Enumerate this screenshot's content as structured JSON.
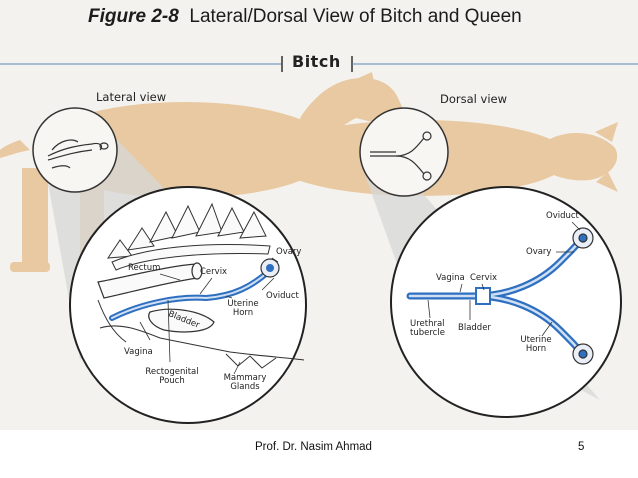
{
  "figure": {
    "number": "Figure 2-8",
    "title": "Lateral/Dorsal View of Bitch and Queen",
    "section": "Bitch"
  },
  "lateral": {
    "view_label": "Lateral view",
    "labels": {
      "rectum": "Rectum",
      "cervix": "Cervix",
      "ovary": "Ovary",
      "oviduct": "Oviduct",
      "uterine_horn": [
        "Uterine",
        "Horn"
      ],
      "bladder": "Bladder",
      "vagina": "Vagina",
      "rectogenital_pouch": [
        "Rectogenital",
        "Pouch"
      ],
      "mammary_glands": [
        "Mammary",
        "Glands"
      ]
    }
  },
  "dorsal": {
    "view_label": "Dorsal view",
    "labels": {
      "oviduct": "Oviduct",
      "ovary": "Ovary",
      "vagina": "Vagina",
      "cervix": "Cervix",
      "urethral_tubercle": [
        "Urethral",
        "tubercle"
      ],
      "bladder": "Bladder",
      "uterine_horn": [
        "Uterine",
        "Horn"
      ]
    }
  },
  "footer": {
    "author": "Prof. Dr. Nasim Ahmad",
    "page_number": "5"
  },
  "colors": {
    "silhouette": "#e8c9a2",
    "tract_blue": "#2f6fc0",
    "tract_light": "#cfe0f5",
    "zoom_cone": "#d7d7d7",
    "background": "#f4f2ee",
    "rule_blue": "#5b86b8"
  }
}
